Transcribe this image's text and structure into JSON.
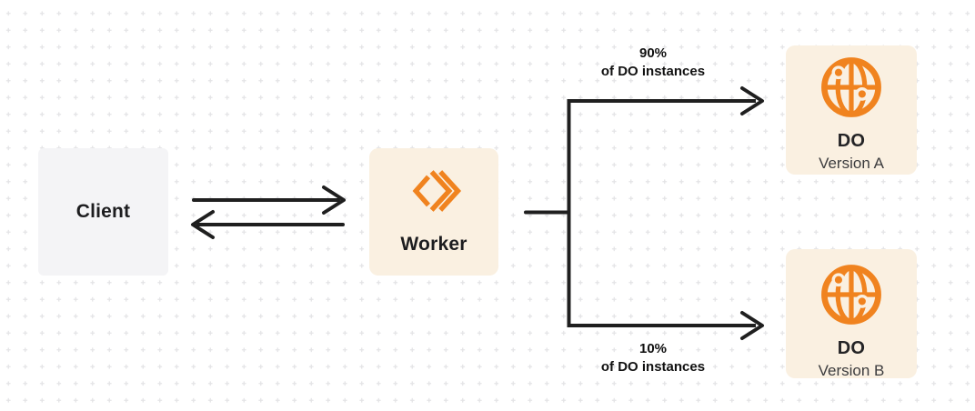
{
  "diagram": {
    "nodes": {
      "client": {
        "label": "Client"
      },
      "worker": {
        "label": "Worker",
        "icon": "cloudflare-workers-icon"
      },
      "do_version_a": {
        "title": "DO",
        "subtitle": "Version A",
        "icon": "globe-icon"
      },
      "do_version_b": {
        "title": "DO",
        "subtitle": "Version B",
        "icon": "globe-icon"
      }
    },
    "edges": {
      "top_branch": {
        "percent": "90%",
        "caption": "of DO instances"
      },
      "bottom_branch": {
        "percent": "10%",
        "caption": "of DO instances"
      }
    },
    "colors": {
      "accent_orange": "#F0831F",
      "cream_node_bg": "#FAF0E1",
      "gray_node_bg": "#F4F4F6",
      "connector_dark": "#1F1F1F",
      "dot_grid": "#E4E4E6",
      "label_dark": "#111111"
    }
  }
}
